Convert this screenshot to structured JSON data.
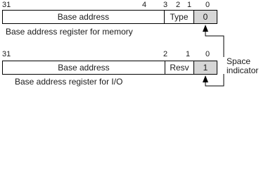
{
  "memory_register": {
    "bit_labels": [
      "31",
      "4",
      "3",
      "2",
      "1",
      "0"
    ],
    "fields": {
      "base_address": "Base address",
      "type": "Type",
      "space_bit": "0"
    },
    "caption": "Base address register for memory"
  },
  "io_register": {
    "bit_labels": [
      "31",
      "2",
      "1",
      "0"
    ],
    "fields": {
      "base_address": "Base address",
      "reserved": "Resv",
      "space_bit": "1"
    },
    "caption": "Base address register for I/O"
  },
  "space_indicator": {
    "line1": "Space",
    "line2": "indicator"
  },
  "colors": {
    "line": "#000000",
    "space_bit_fill": "#d6d6d6"
  }
}
